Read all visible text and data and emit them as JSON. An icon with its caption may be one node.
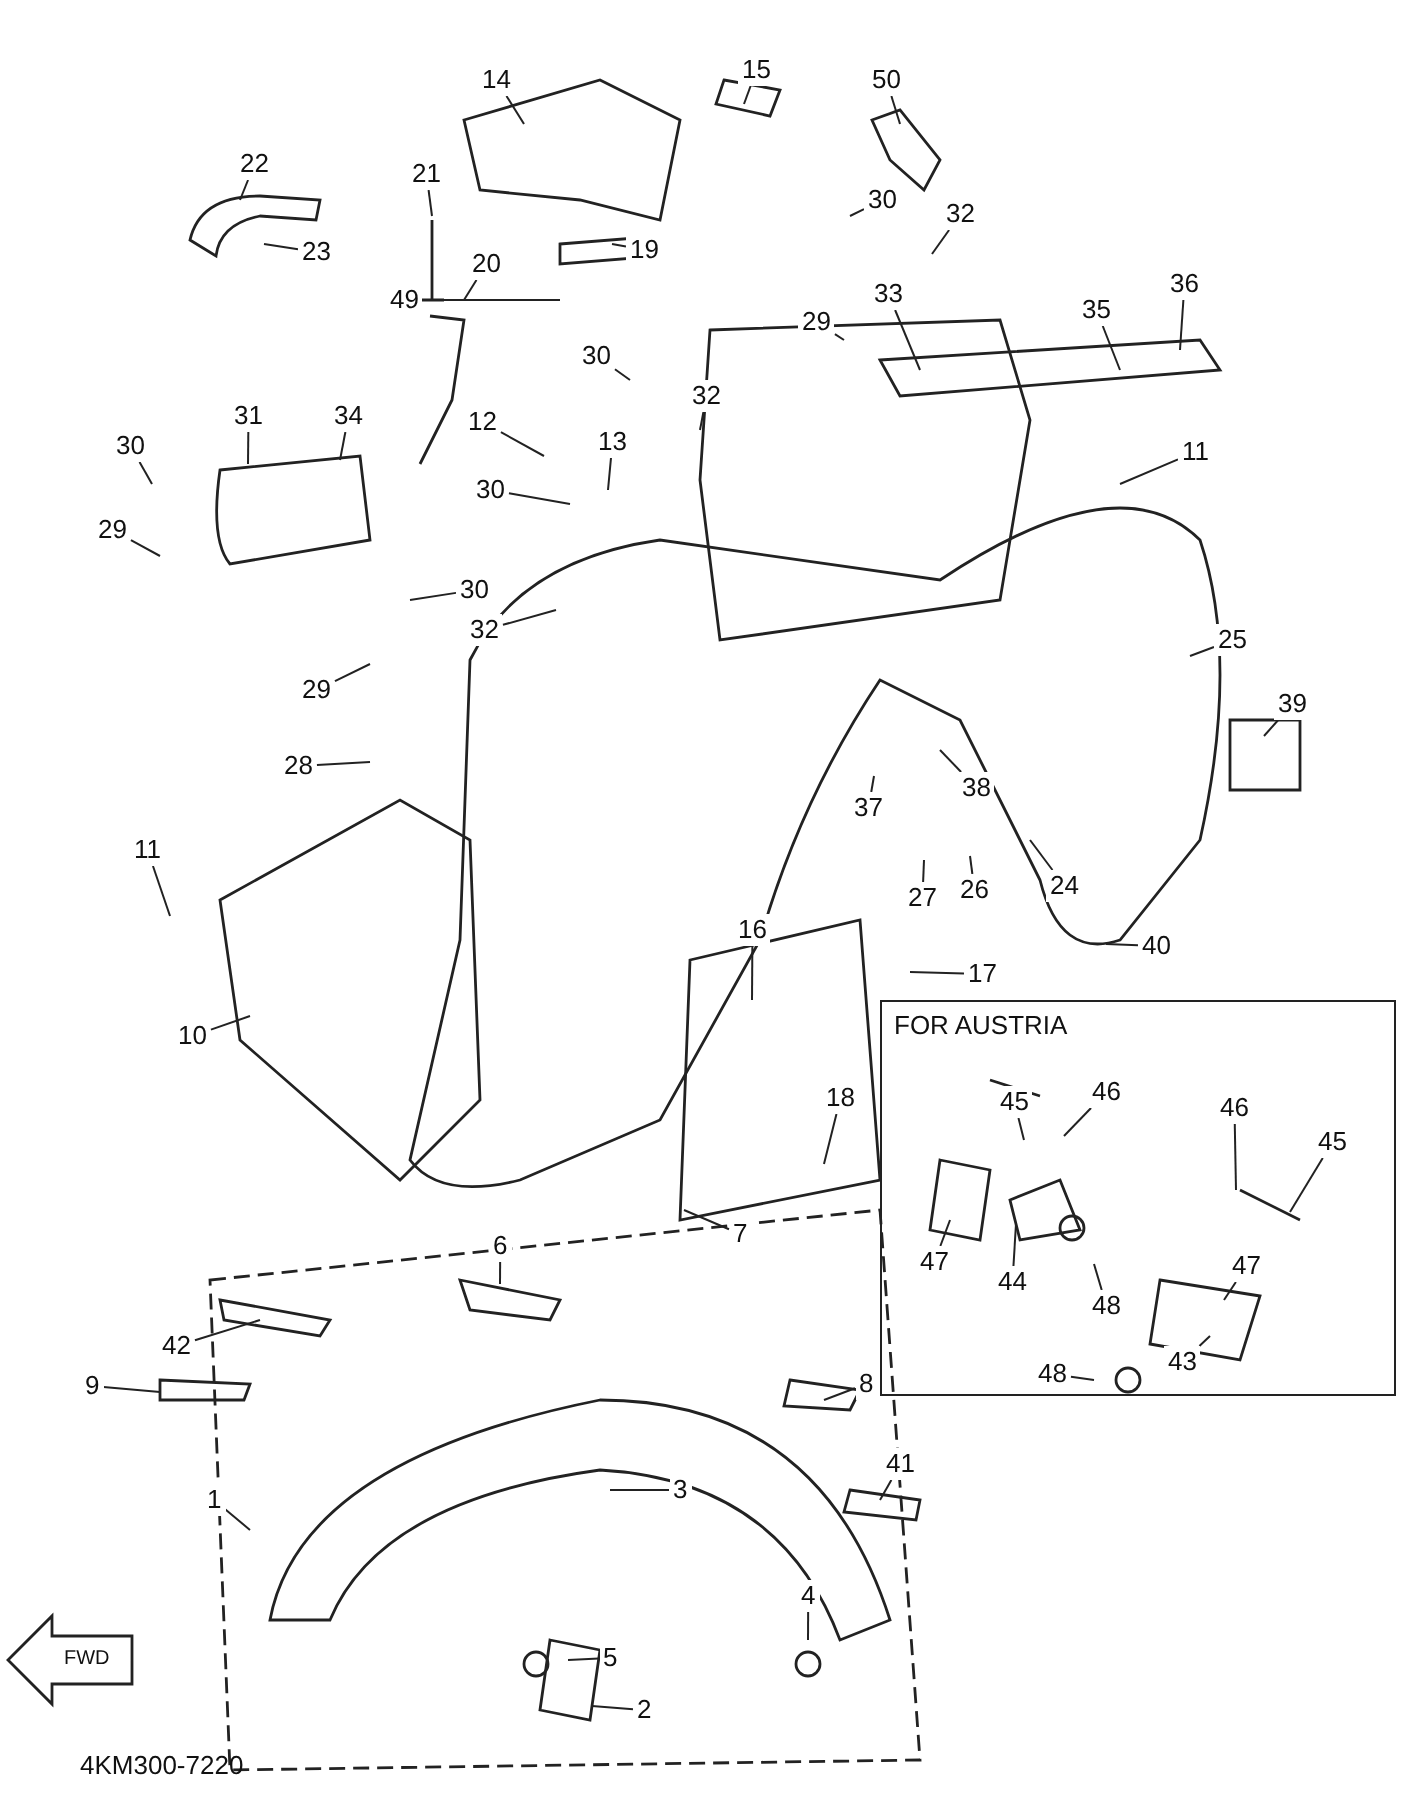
{
  "diagram": {
    "nodes": [
      {
        "text": [
          "14"
        ]
      },
      {
        "text": [
          "15"
        ]
      },
      {
        "text": [
          "50"
        ]
      },
      {
        "text": [
          "22"
        ]
      },
      {
        "text": [
          "21"
        ]
      },
      {
        "text": [
          "30"
        ]
      },
      {
        "text": [
          "32"
        ]
      },
      {
        "text": [
          "19"
        ]
      },
      {
        "text": [
          "23"
        ]
      },
      {
        "text": [
          "20"
        ]
      },
      {
        "text": [
          "49"
        ]
      },
      {
        "text": [
          "29"
        ]
      },
      {
        "text": [
          "33"
        ]
      },
      {
        "text": [
          "36"
        ]
      },
      {
        "text": [
          "35"
        ]
      },
      {
        "text": [
          "30"
        ]
      },
      {
        "text": [
          "32"
        ]
      },
      {
        "text": [
          "31"
        ]
      },
      {
        "text": [
          "34"
        ]
      },
      {
        "text": [
          "12"
        ]
      },
      {
        "text": [
          "13"
        ]
      },
      {
        "text": [
          "30"
        ]
      },
      {
        "text": [
          "11"
        ]
      },
      {
        "text": [
          "29"
        ]
      },
      {
        "text": [
          "30"
        ]
      },
      {
        "text": [
          "30"
        ]
      },
      {
        "text": [
          "32"
        ]
      },
      {
        "text": [
          "25"
        ]
      },
      {
        "text": [
          "29"
        ]
      },
      {
        "text": [
          "39"
        ]
      },
      {
        "text": [
          "28"
        ]
      },
      {
        "text": [
          "38"
        ]
      },
      {
        "text": [
          "37"
        ]
      },
      {
        "text": [
          "11"
        ]
      },
      {
        "text": [
          "27"
        ]
      },
      {
        "text": [
          "26"
        ]
      },
      {
        "text": [
          "24"
        ]
      },
      {
        "text": [
          "40"
        ]
      },
      {
        "text": [
          "16"
        ]
      },
      {
        "text": [
          "17"
        ]
      },
      {
        "text": [
          "10"
        ]
      },
      {
        "text": [
          "18"
        ]
      },
      {
        "text": [
          "FOR AUSTRIA"
        ]
      },
      {
        "text": [
          "45"
        ],
        "in": 42
      },
      {
        "text": [
          "46"
        ],
        "in": 42
      },
      {
        "text": [
          "46"
        ],
        "in": 42
      },
      {
        "text": [
          "45"
        ],
        "in": 42
      },
      {
        "text": [
          "47"
        ],
        "in": 42
      },
      {
        "text": [
          "44"
        ],
        "in": 42
      },
      {
        "text": [
          "48"
        ],
        "in": 42
      },
      {
        "text": [
          "47"
        ],
        "in": 42
      },
      {
        "text": [
          "48"
        ],
        "in": 42
      },
      {
        "text": [
          "43"
        ],
        "in": 42
      },
      {
        "text": [
          "7"
        ]
      },
      {
        "text": [
          "6"
        ]
      },
      {
        "text": [
          "42"
        ]
      },
      {
        "text": [
          "9"
        ]
      },
      {
        "text": [
          "8"
        ]
      },
      {
        "text": [
          "3"
        ]
      },
      {
        "text": [
          "41"
        ]
      },
      {
        "text": [
          "1"
        ]
      },
      {
        "text": [
          "4"
        ]
      },
      {
        "text": [
          "5"
        ]
      },
      {
        "text": [
          "2"
        ]
      }
    ],
    "edges": [
      {
        "from": 0,
        "to": null,
        "arrow": "none"
      },
      {
        "from": 1,
        "to": null,
        "arrow": "none"
      },
      {
        "from": 2,
        "to": null,
        "arrow": "none"
      },
      {
        "from": 3,
        "to": null,
        "arrow": "none"
      },
      {
        "from": 4,
        "to": null,
        "arrow": "none"
      },
      {
        "from": 5,
        "to": null,
        "arrow": "none"
      },
      {
        "from": 6,
        "to": null,
        "arrow": "none"
      },
      {
        "from": 7,
        "to": null,
        "arrow": "none"
      },
      {
        "from": 8,
        "to": null,
        "arrow": "none"
      },
      {
        "from": 9,
        "to": null,
        "arrow": "none"
      },
      {
        "from": 10,
        "to": null,
        "arrow": "none"
      },
      {
        "from": 11,
        "to": null,
        "arrow": "none"
      },
      {
        "from": 12,
        "to": null,
        "arrow": "none"
      },
      {
        "from": 13,
        "to": null,
        "arrow": "none"
      },
      {
        "from": 14,
        "to": null,
        "arrow": "none"
      },
      {
        "from": 15,
        "to": null,
        "arrow": "none"
      },
      {
        "from": 16,
        "to": null,
        "arrow": "none"
      },
      {
        "from": 17,
        "to": null,
        "arrow": "none"
      },
      {
        "from": 18,
        "to": null,
        "arrow": "none"
      },
      {
        "from": 19,
        "to": null,
        "arrow": "none"
      },
      {
        "from": 20,
        "to": null,
        "arrow": "none"
      },
      {
        "from": 21,
        "to": null,
        "arrow": "none"
      },
      {
        "from": 22,
        "to": null,
        "arrow": "none"
      },
      {
        "from": 23,
        "to": null,
        "arrow": "none"
      },
      {
        "from": 24,
        "to": null,
        "arrow": "none"
      },
      {
        "from": 25,
        "to": null,
        "arrow": "none"
      },
      {
        "from": 26,
        "to": null,
        "arrow": "none"
      },
      {
        "from": 27,
        "to": null,
        "arrow": "none"
      },
      {
        "from": 28,
        "to": null,
        "arrow": "none"
      },
      {
        "from": 29,
        "to": null,
        "arrow": "none"
      },
      {
        "from": 30,
        "to": null,
        "arrow": "none"
      },
      {
        "from": 31,
        "to": null,
        "arrow": "none"
      },
      {
        "from": 32,
        "to": null,
        "arrow": "none"
      },
      {
        "from": 33,
        "to": null,
        "arrow": "none"
      },
      {
        "from": 34,
        "to": null,
        "arrow": "none"
      },
      {
        "from": 35,
        "to": null,
        "arrow": "none"
      },
      {
        "from": 36,
        "to": null,
        "arrow": "none"
      },
      {
        "from": 37,
        "to": null,
        "arrow": "none"
      },
      {
        "from": 38,
        "to": null,
        "arrow": "none"
      },
      {
        "from": 39,
        "to": null,
        "arrow": "none"
      },
      {
        "from": 40,
        "to": null,
        "arrow": "none"
      },
      {
        "from": 41,
        "to": null,
        "arrow": "none"
      },
      {
        "from": 43,
        "to": null,
        "arrow": "none"
      },
      {
        "from": 44,
        "to": null,
        "arrow": "none"
      },
      {
        "from": 45,
        "to": null,
        "arrow": "none"
      },
      {
        "from": 46,
        "to": null,
        "arrow": "none"
      },
      {
        "from": 47,
        "to": null,
        "arrow": "none"
      },
      {
        "from": 48,
        "to": null,
        "arrow": "none"
      },
      {
        "from": 49,
        "to": null,
        "arrow": "none"
      },
      {
        "from": 50,
        "to": null,
        "arrow": "none"
      },
      {
        "from": 51,
        "to": null,
        "arrow": "none"
      },
      {
        "from": 52,
        "to": null,
        "arrow": "none"
      },
      {
        "from": 53,
        "to": null,
        "arrow": "none"
      },
      {
        "from": 54,
        "to": null,
        "arrow": "none"
      },
      {
        "from": 55,
        "to": null,
        "arrow": "none"
      },
      {
        "from": 56,
        "to": null,
        "arrow": "none"
      },
      {
        "from": 57,
        "to": null,
        "arrow": "none"
      },
      {
        "from": 58,
        "to": null,
        "arrow": "none"
      },
      {
        "from": 59,
        "to": null,
        "arrow": "none"
      },
      {
        "from": 60,
        "to": null,
        "arrow": "none"
      },
      {
        "from": 61,
        "to": null,
        "arrow": "none"
      },
      {
        "from": 62,
        "to": null,
        "arrow": "none"
      },
      {
        "from": 63,
        "to": null,
        "arrow": "none"
      }
    ],
    "labels": [
      "FWD",
      "4KM300-7220"
    ]
  }
}
